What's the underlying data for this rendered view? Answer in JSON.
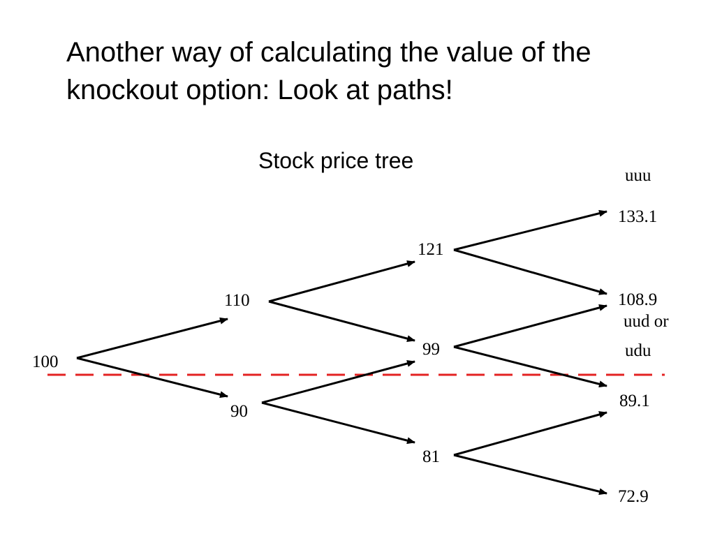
{
  "slide": {
    "title_lines": [
      "Another way of calculating the value of the",
      "knockout option: Look at paths!"
    ],
    "subtitle": "Stock price tree"
  },
  "tree": {
    "nodes": {
      "root": "100",
      "u": "110",
      "d": "90",
      "uu": "121",
      "ud": "99",
      "dd": "81",
      "uuu": "133.1",
      "uud": "108.9",
      "udd": "89.1",
      "ddd": "72.9"
    },
    "path_labels": {
      "uuu": "uuu",
      "uud_line1": "uud or",
      "uud_line2": "udu"
    },
    "barrier_color": "#e32222",
    "line_color": "#000000"
  }
}
